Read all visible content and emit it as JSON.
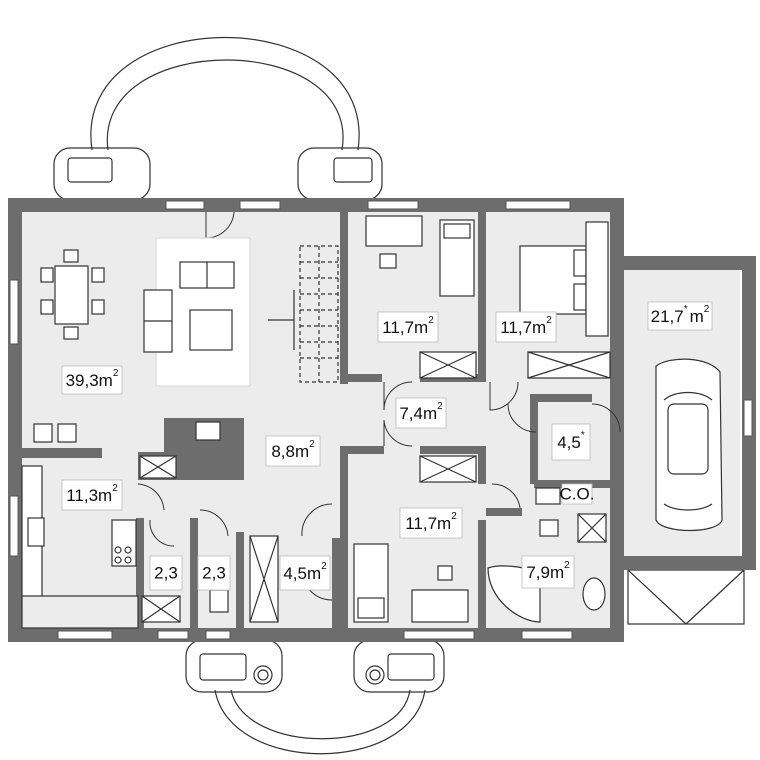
{
  "rooms": [
    {
      "id": "living",
      "area": "39,3",
      "unit": "m",
      "sup": "2"
    },
    {
      "id": "bedroom-1",
      "area": "11,7",
      "unit": "m",
      "sup": "2"
    },
    {
      "id": "bedroom-2",
      "area": "11,7",
      "unit": "m",
      "sup": "2"
    },
    {
      "id": "garage",
      "area": "21,7",
      "unit": "m",
      "sup": "2",
      "star": "*"
    },
    {
      "id": "hall",
      "area": "7,4",
      "unit": "m",
      "sup": "2"
    },
    {
      "id": "utility",
      "area": "4,5",
      "unit": "",
      "sup": "*"
    },
    {
      "id": "kitchen",
      "area": "11,3",
      "unit": "m",
      "sup": "2"
    },
    {
      "id": "corridor",
      "area": "8,8",
      "unit": "m",
      "sup": "2"
    },
    {
      "id": "bedroom-3",
      "area": "11,7",
      "unit": "m",
      "sup": "2"
    },
    {
      "id": "bathroom",
      "area": "7,9",
      "unit": "m",
      "sup": "2"
    },
    {
      "id": "pantry-1",
      "area": "2,3",
      "unit": "",
      "sup": ""
    },
    {
      "id": "wc",
      "area": "2,3",
      "unit": "",
      "sup": ""
    },
    {
      "id": "vestibule",
      "area": "4,5",
      "unit": "m",
      "sup": "2"
    }
  ],
  "boiler_label": "C.O."
}
